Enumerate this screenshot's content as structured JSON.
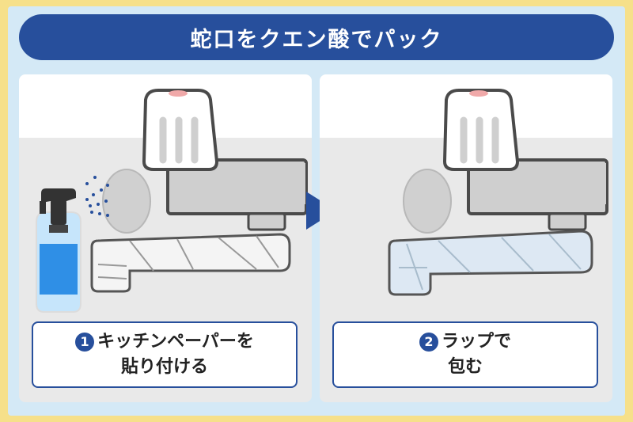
{
  "title": "蛇口をクエン酸でパック",
  "steps": [
    {
      "number": "1",
      "line1": "キッチンペーパーを",
      "line2": "貼り付ける"
    },
    {
      "number": "2",
      "line1": "ラップで",
      "line2": "包む"
    }
  ],
  "colors": {
    "accent": "#274f9c",
    "background": "#f6e08a",
    "frame": "#d4e9f6",
    "panel": "#e9e9e9",
    "spray_bottle": "#2f8fe6",
    "wrap": "#dbe8f4",
    "valve_top": "#f0a9a9"
  },
  "icons": [
    "faucet",
    "spray-bottle",
    "paper-towel-wrap",
    "plastic-wrap",
    "right-arrow"
  ]
}
